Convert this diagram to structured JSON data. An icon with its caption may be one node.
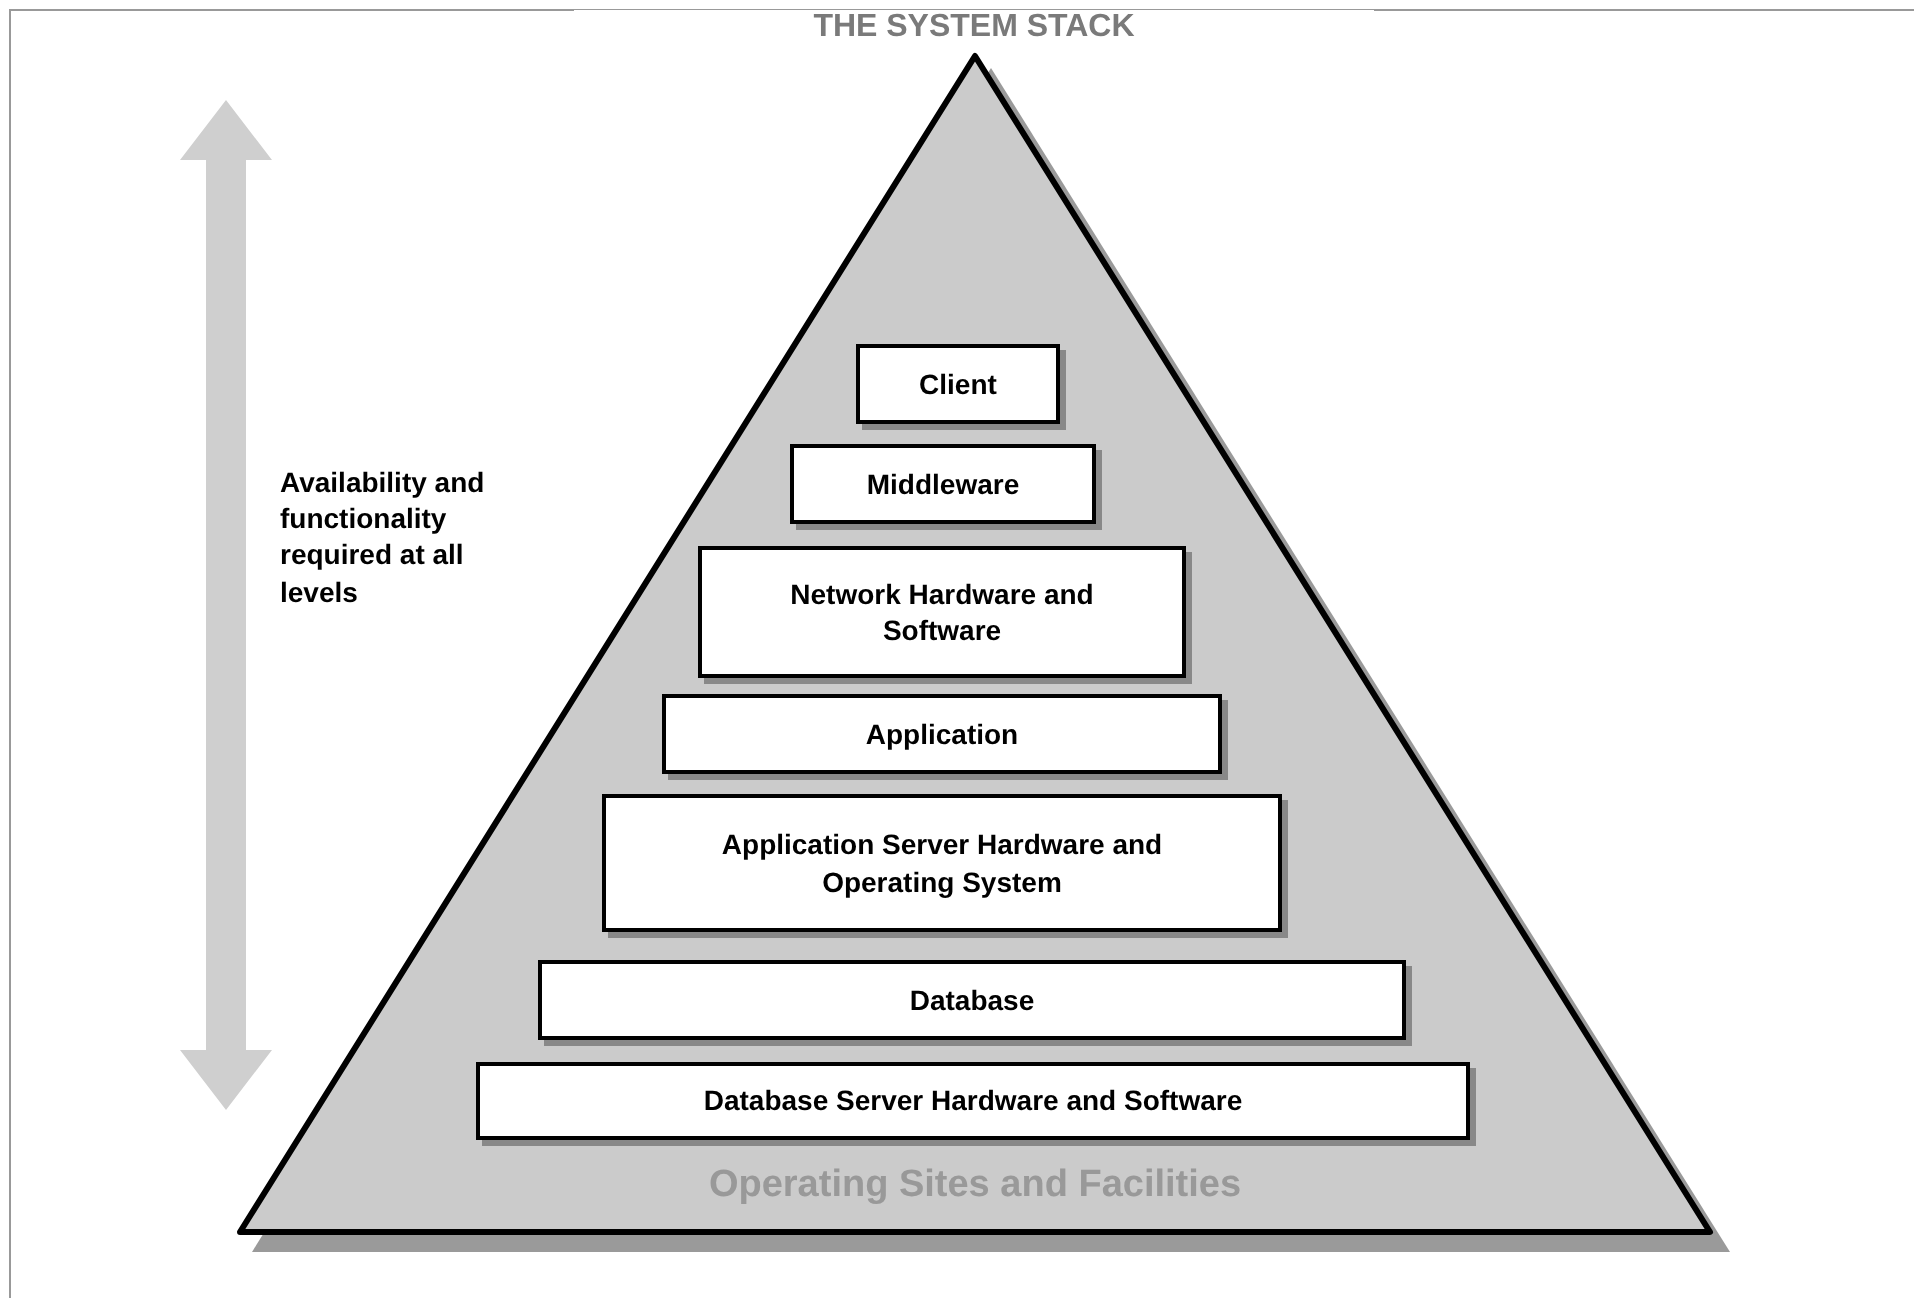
{
  "diagram": {
    "title": "THE SYSTEM STACK",
    "nodes": [
      {
        "text": [
          "Operating Sites and Facilities"
        ]
      },
      {
        "text": [
          "Client"
        ],
        "in": 0
      },
      {
        "text": [
          "Middleware"
        ],
        "in": 0
      },
      {
        "text": [
          "Network Hardware and Software"
        ],
        "in": 0
      },
      {
        "text": [
          "Application"
        ],
        "in": 0
      },
      {
        "text": [
          "Application Server Hardware and Operating System"
        ],
        "in": 0
      },
      {
        "text": [
          "Database"
        ],
        "in": 0
      },
      {
        "text": [
          "Database Server Hardware and Software"
        ],
        "in": 0
      }
    ],
    "labels": [
      "Availability and functionality required at all levels"
    ]
  }
}
